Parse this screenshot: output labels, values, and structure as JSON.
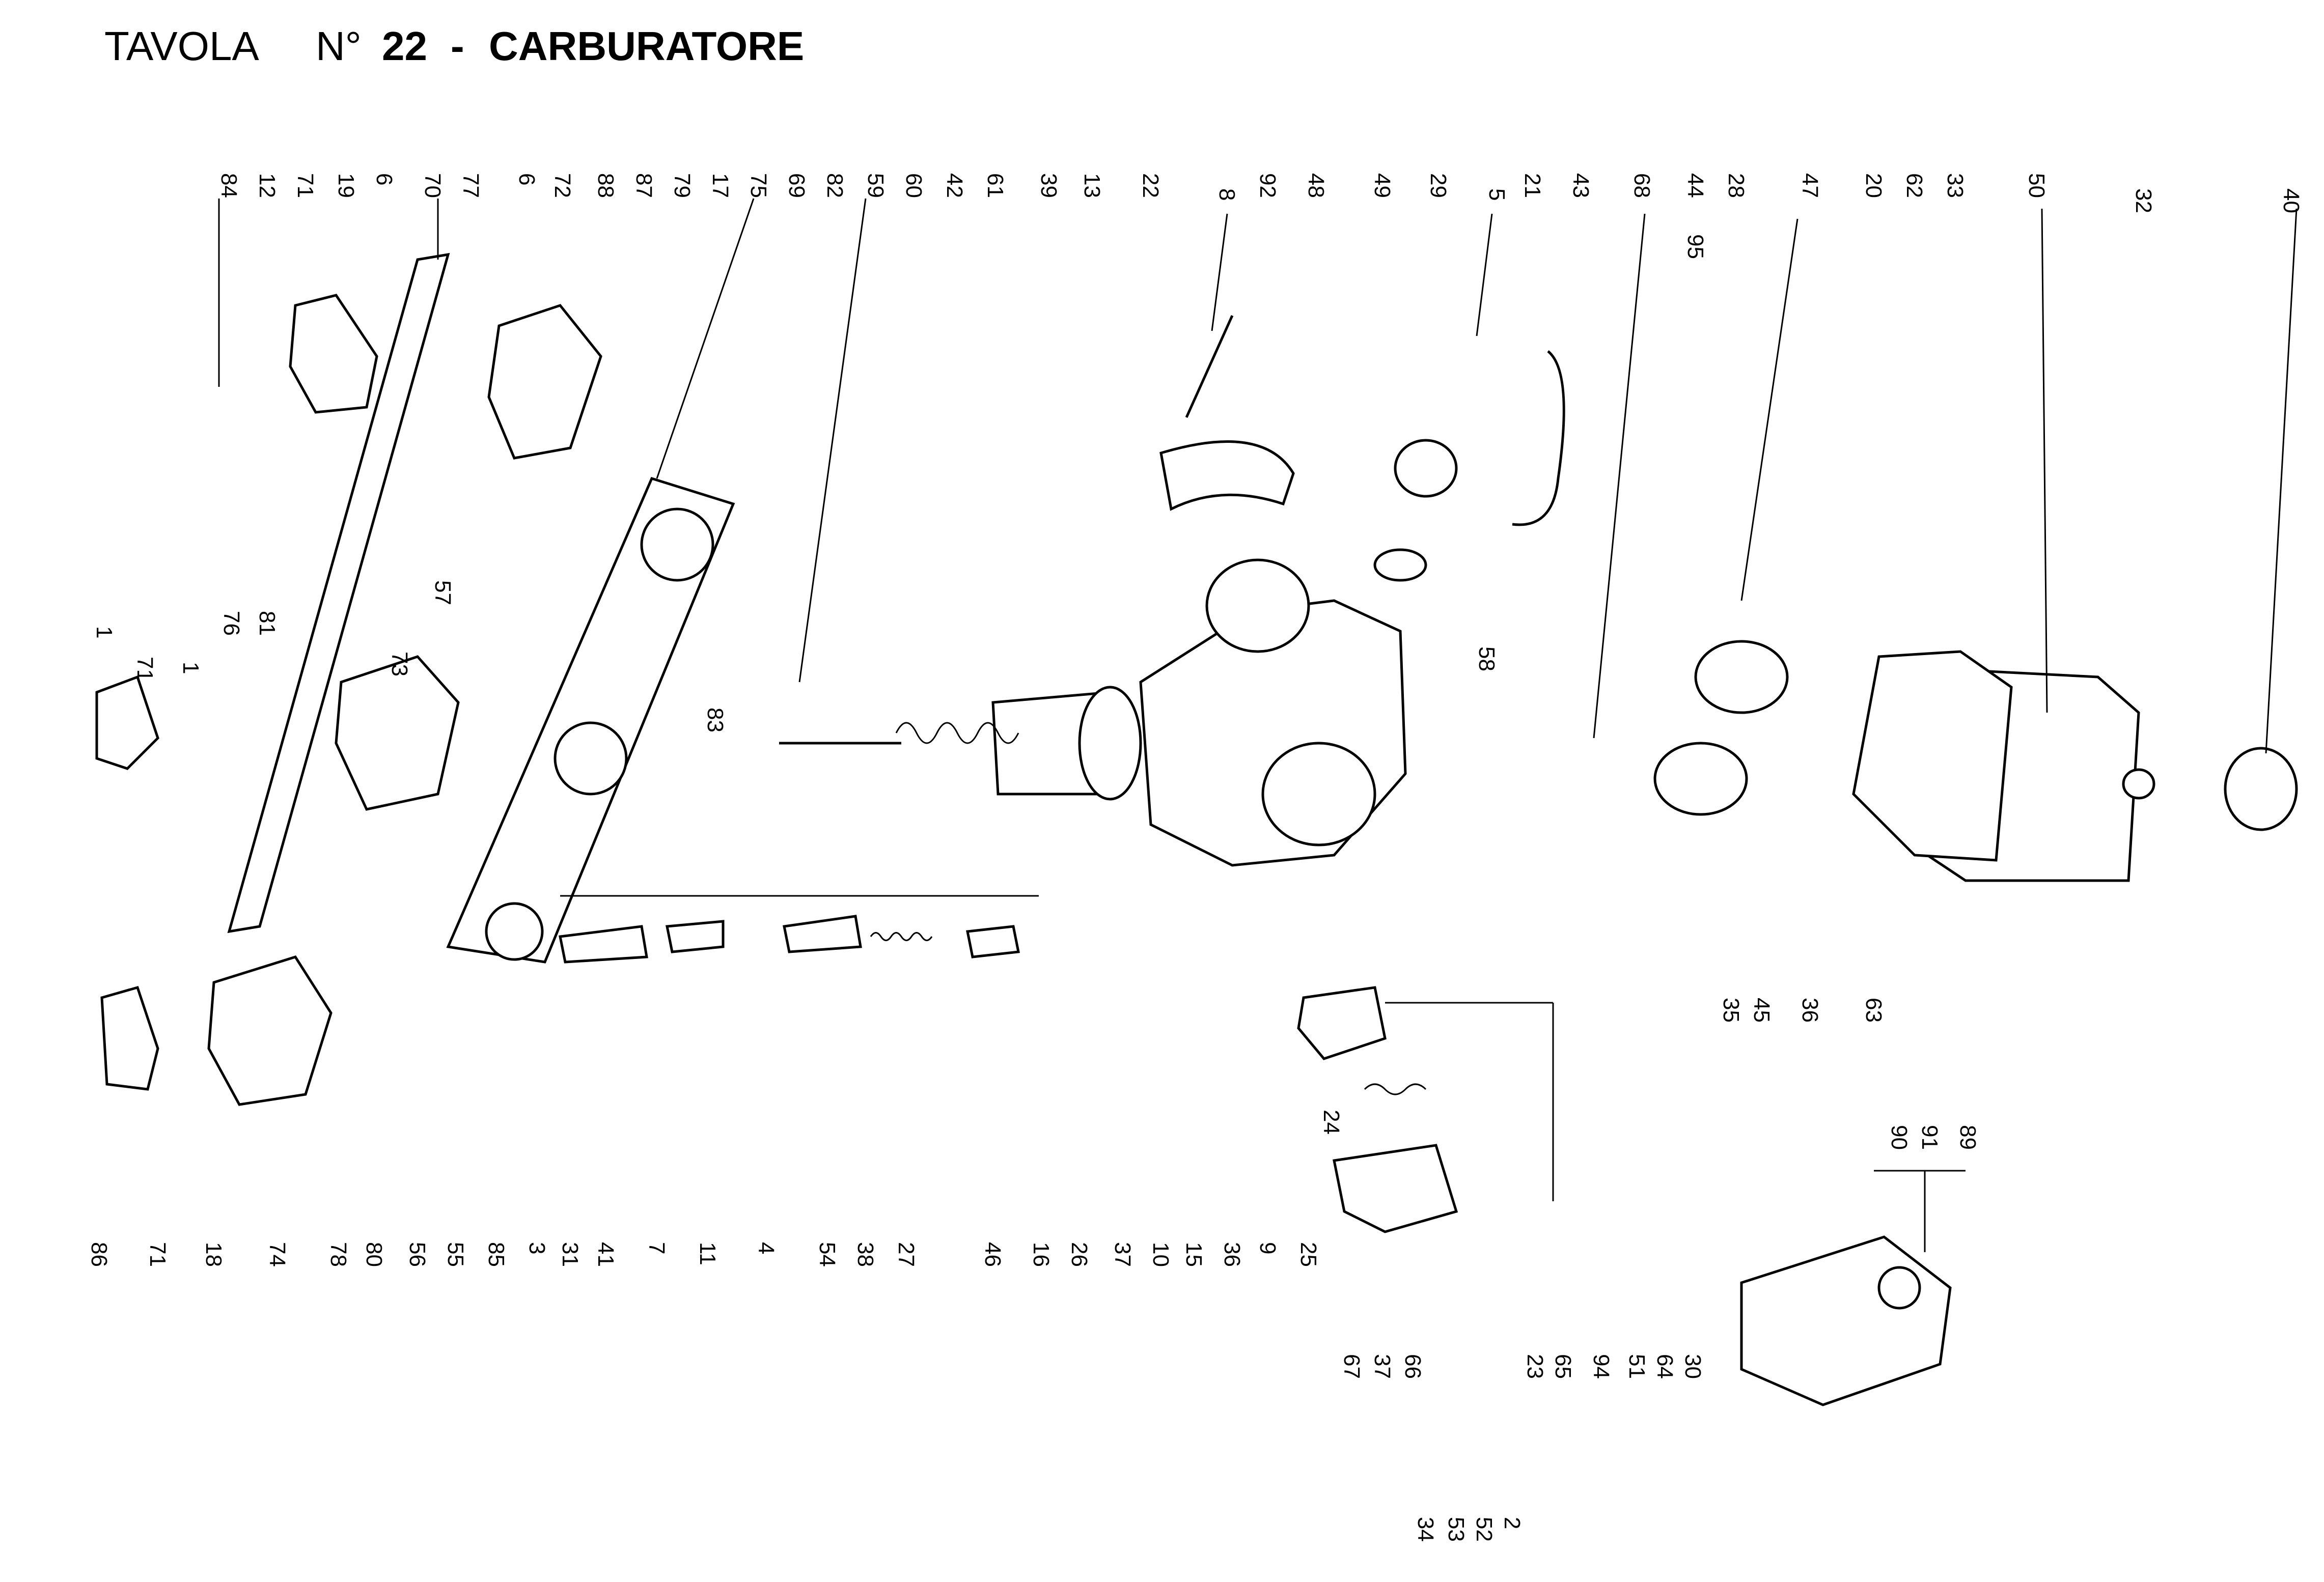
{
  "title": {
    "prefix": "TAVOLA",
    "number_label": "N°",
    "number": "22",
    "separator": "-",
    "name": "CARBURATORE"
  },
  "top_labels": [
    "84",
    "12",
    "71",
    "19",
    "6",
    "70",
    "77",
    "6",
    "72",
    "88",
    "87",
    "79",
    "17",
    "75",
    "69",
    "82",
    "59",
    "60",
    "42",
    "61",
    "39",
    "13",
    "22",
    "8",
    "92",
    "48",
    "49",
    "29",
    "5",
    "21",
    "43",
    "68",
    "95",
    "44",
    "28",
    "47",
    "20",
    "62",
    "33",
    "50",
    "32",
    "40"
  ],
  "bottom_labels": [
    "86",
    "71",
    "18",
    "74",
    "78",
    "80",
    "56",
    "55",
    "85",
    "3",
    "31",
    "41",
    "7",
    "11",
    "4",
    "54",
    "38",
    "27",
    "46",
    "16",
    "26",
    "37",
    "10",
    "15",
    "36",
    "9",
    "25",
    "67",
    "37",
    "66",
    "34",
    "53",
    "52",
    "2",
    "23",
    "65",
    "94",
    "51",
    "64",
    "30",
    "35",
    "45",
    "36",
    "63"
  ],
  "side_labels": [
    "1",
    "71",
    "1",
    "76",
    "81",
    "73",
    "57",
    "83",
    "58",
    "24",
    "90",
    "91",
    "89"
  ],
  "colors": {
    "ink": "#000000",
    "paper": "#ffffff"
  }
}
